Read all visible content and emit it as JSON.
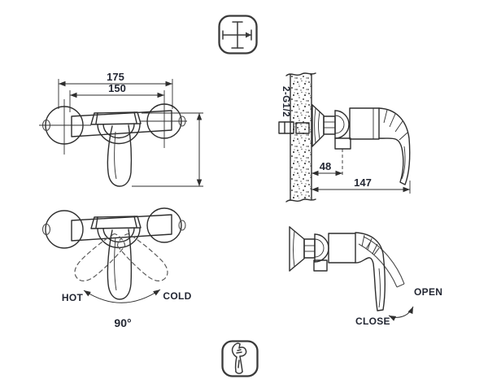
{
  "colors": {
    "background": "#ffffff",
    "line": "#2e2e2e",
    "text": "#232733"
  },
  "icons": {
    "top": "crosshair-dimensions",
    "bottom": "wrench-installation"
  },
  "labels": {
    "front": {
      "width_overall": "175",
      "width_centers": "150"
    },
    "side": {
      "connection": "2-G1/2",
      "outlet_depth": "48",
      "total_depth": "147"
    },
    "rotation": {
      "hot": "HOT",
      "cold": "COLD",
      "angle": "90°"
    },
    "operation": {
      "open": "OPEN",
      "close": "CLOSE"
    }
  }
}
